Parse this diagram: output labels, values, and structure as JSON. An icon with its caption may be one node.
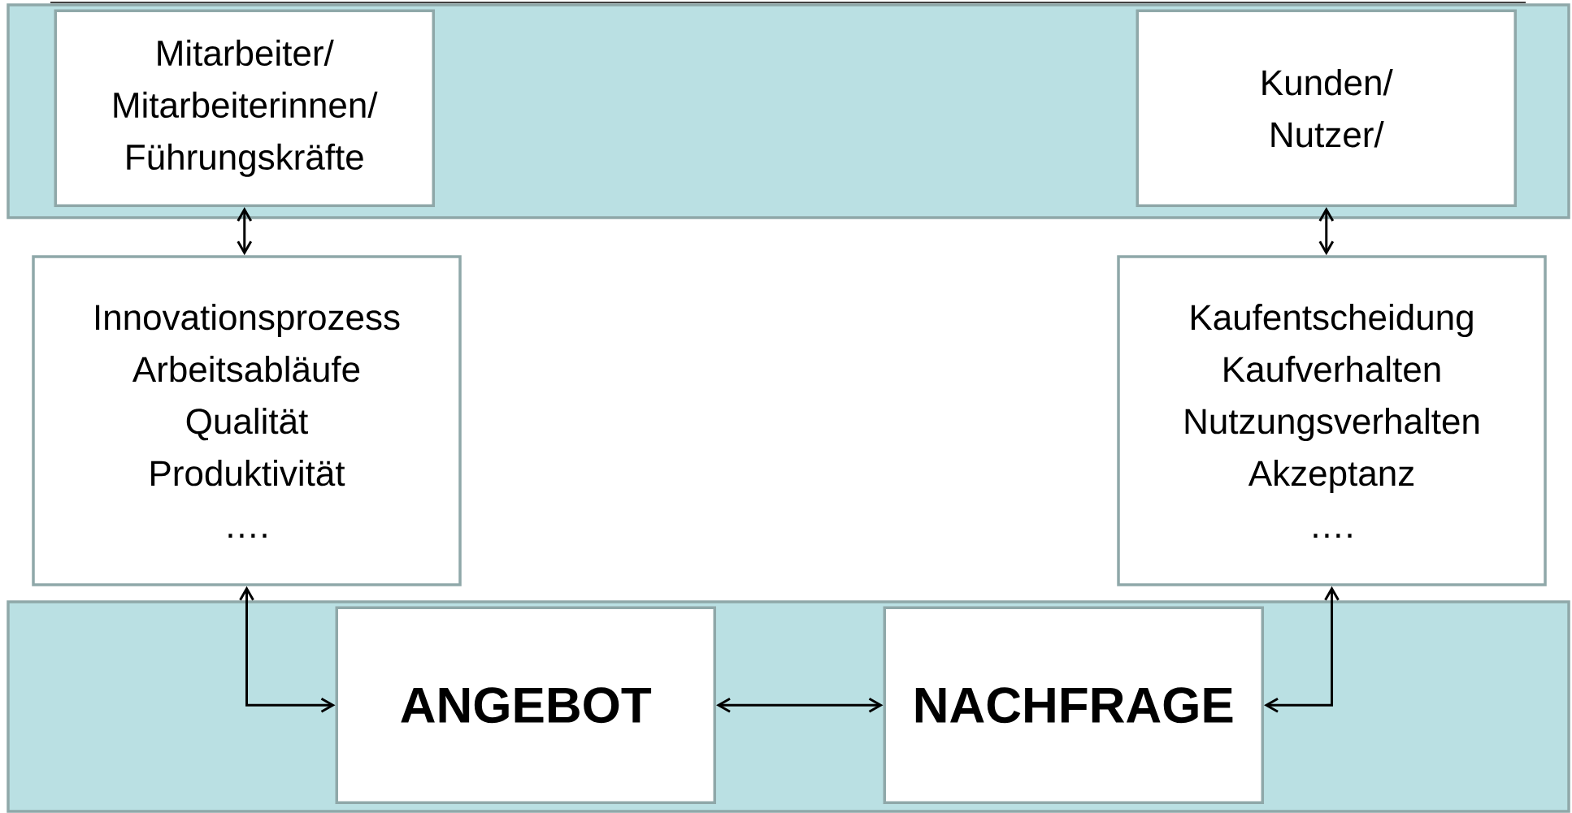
{
  "diagram": {
    "nodes": [
      {
        "text": [],
        "shape": "box"
      },
      {
        "text": [
          "Mitarbeiter/ Mitarbeiterinnen/ Führungskräfte"
        ],
        "in": 0
      },
      {
        "text": [
          "Kunden/ Nutzer/"
        ],
        "in": 0
      },
      {
        "text": [
          "Innovationsprozess",
          "Arbeitsabläufe",
          "Qualität",
          "Produktivität",
          "…."
        ]
      },
      {
        "text": [
          "Kaufentscheidung",
          "Kaufverhalten",
          "Nutzungsverhalten",
          "Akzeptanz",
          "…."
        ]
      },
      {
        "text": [],
        "shape": "box"
      },
      {
        "text": [
          "ANGEBOT"
        ],
        "in": 5
      },
      {
        "text": [
          "NACHFRAGE"
        ],
        "in": 5
      }
    ],
    "edges": [
      {
        "from": 1,
        "to": 3,
        "arrow": "both"
      },
      {
        "from": 2,
        "to": 4,
        "arrow": "both"
      },
      {
        "from": 3,
        "to": 6,
        "arrow": "both"
      },
      {
        "from": 6,
        "to": 7,
        "arrow": "both"
      },
      {
        "from": 4,
        "to": 7,
        "arrow": "both"
      }
    ]
  }
}
